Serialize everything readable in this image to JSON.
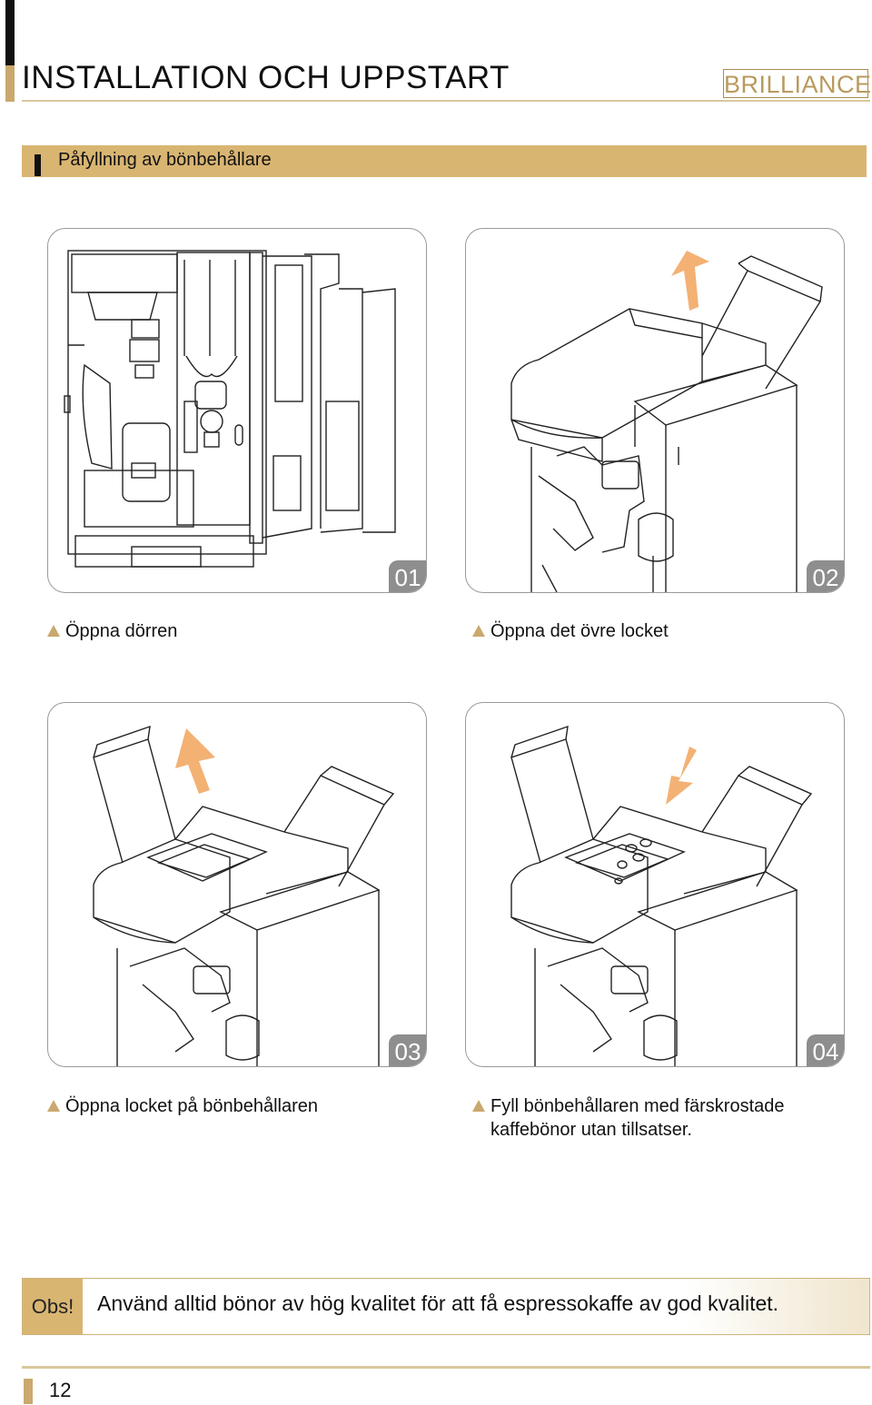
{
  "header": {
    "title": "INSTALLATION OCH UPPSTART",
    "brand": "BRILLIANCE"
  },
  "section": {
    "title": "Påfyllning av bönbehållare"
  },
  "steps": [
    {
      "number": "01",
      "caption": "Öppna dörren"
    },
    {
      "number": "02",
      "caption": "Öppna det övre locket"
    },
    {
      "number": "03",
      "caption": "Öppna locket på bönbehållaren"
    },
    {
      "number": "04",
      "caption": "Fyll bönbehållaren med färskrostade kaffebönor utan tillsatser."
    }
  ],
  "note": {
    "label": "Obs!",
    "text": "Använd alltid bönor av hög kvalitet för att få espressokaffe av god kvalitet."
  },
  "footer": {
    "page_number": "12"
  },
  "colors": {
    "accent": "#d9b572",
    "gold_dark": "#a88a4e",
    "gray": "#8e8e8e"
  }
}
